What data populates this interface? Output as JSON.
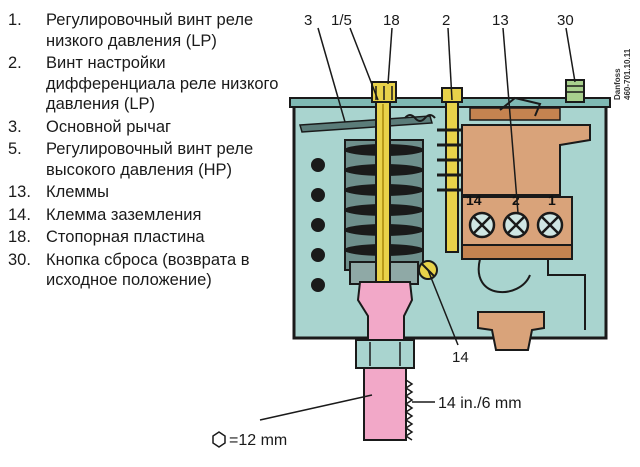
{
  "legend": {
    "items": [
      {
        "num": "1.",
        "text": "Регулировочный винт реле низкого давления (LP)"
      },
      {
        "num": "2.",
        "text": "Винт настройки дифференциала реле низкого давления (LP)"
      },
      {
        "num": "3.",
        "text": "Основной рычаг"
      },
      {
        "num": "5.",
        "text": "Регулировочный винт реле высокого давления (HP)"
      },
      {
        "num": "13.",
        "text": "Клеммы"
      },
      {
        "num": "14.",
        "text": "Клемма заземления"
      },
      {
        "num": "18.",
        "text": "Стопорная пластина"
      },
      {
        "num": "30.",
        "text": "Кнопка сброса (возврата в исходное положение)"
      }
    ]
  },
  "callouts": {
    "c3": "3",
    "c15": "1/5",
    "c18": "18",
    "c2": "2",
    "c13": "13",
    "c30": "30",
    "c14": "14"
  },
  "terminals": {
    "t14": "14",
    "t2": "2",
    "t1": "1"
  },
  "notes": {
    "thread": "14 in./6 mm",
    "hex": "=12 mm"
  },
  "brand": {
    "line1": "Danfoss",
    "line2": "460-701.10.11"
  },
  "colors": {
    "body_fill": "#a9d4cf",
    "outline": "#1a1a1a",
    "screw": "#e8d24a",
    "bellows_copper": "#d98c5a",
    "pink_inlet": "#f2a8c8",
    "terminal_block": "#d9a37a"
  }
}
